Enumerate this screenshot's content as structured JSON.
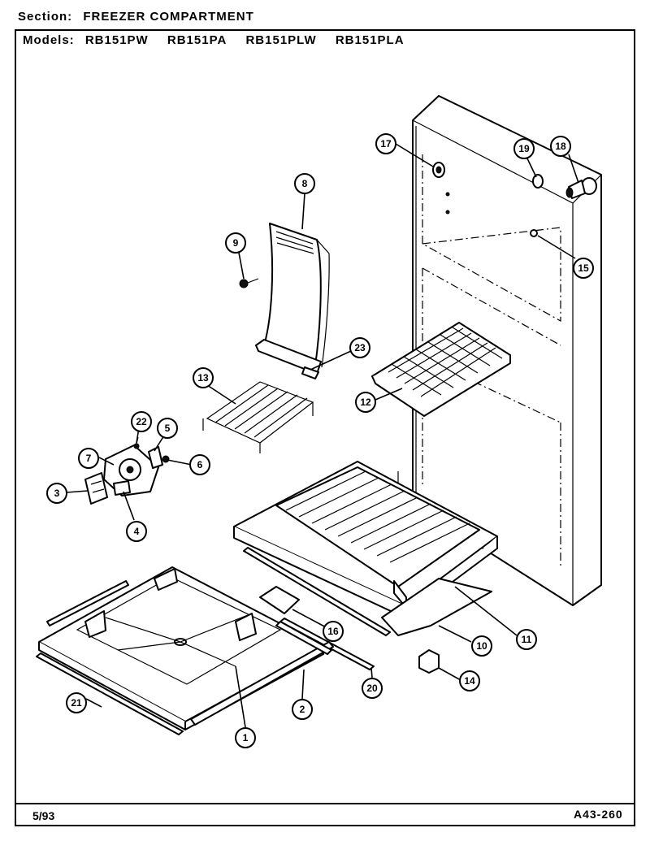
{
  "header": {
    "section_label": "Section:",
    "section_value": "FREEZER COMPARTMENT",
    "models_label": "Models:",
    "models": [
      "RB151PW",
      "RB151PA",
      "RB151PLW",
      "RB151PLA"
    ]
  },
  "footer": {
    "date": "5/93",
    "code": "A43-260"
  },
  "callouts": [
    "1",
    "2",
    "3",
    "4",
    "5",
    "6",
    "7",
    "8",
    "9",
    "10",
    "11",
    "12",
    "13",
    "14",
    "15",
    "16",
    "17",
    "18",
    "19",
    "20",
    "21",
    "22",
    "23"
  ]
}
